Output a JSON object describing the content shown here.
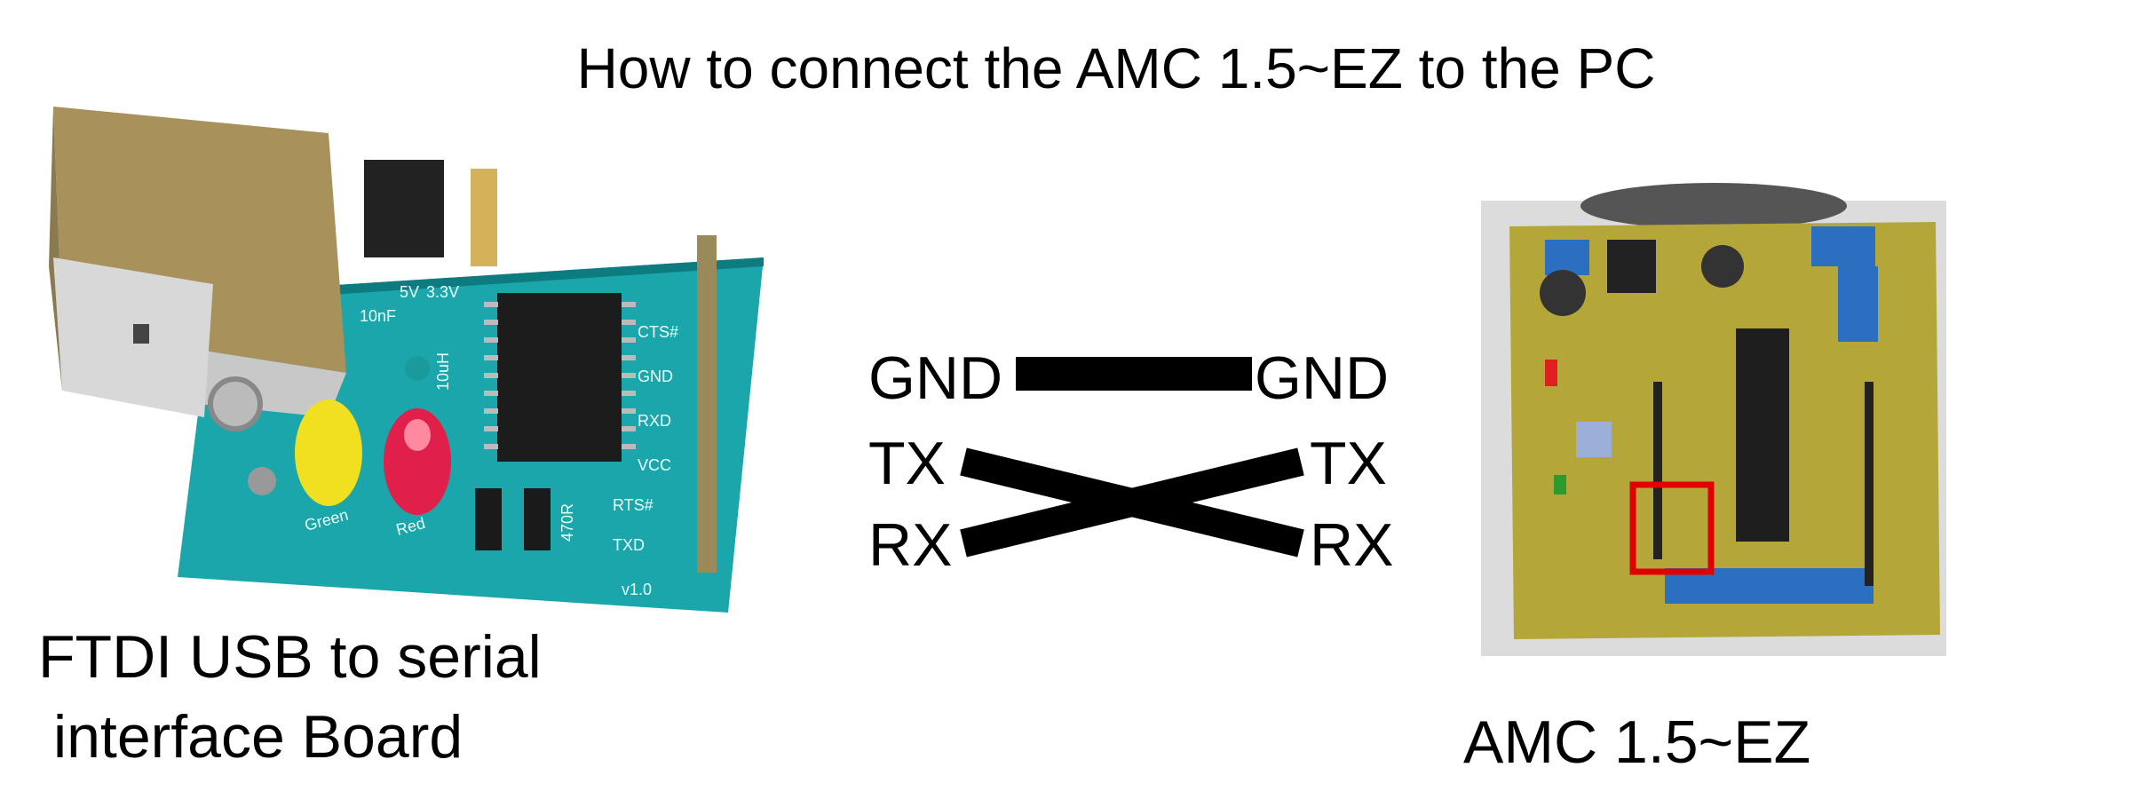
{
  "title": "How to connect the AMC 1.5~EZ to the PC",
  "left_board": {
    "caption_line1": "FTDI USB to serial",
    "caption_line2": "interface Board",
    "silkscreen": [
      "5V",
      "3.3V",
      "10nF",
      "10uH",
      "CTS#",
      "GND",
      "RXD",
      "VCC",
      "RTS#",
      "TXD",
      "470R",
      "v1.0",
      "Green",
      "Red"
    ]
  },
  "wiring": {
    "left_pins": [
      "GND",
      "TX",
      "RX"
    ],
    "right_pins": [
      "GND",
      "TX",
      "RX"
    ]
  },
  "right_board": {
    "caption": "AMC 1.5~EZ",
    "highlight_color": "#e00000"
  },
  "colors": {
    "ftdi_pcb": "#19a3a8",
    "amc_pcb": "#b8a836",
    "wire": "#000000"
  }
}
